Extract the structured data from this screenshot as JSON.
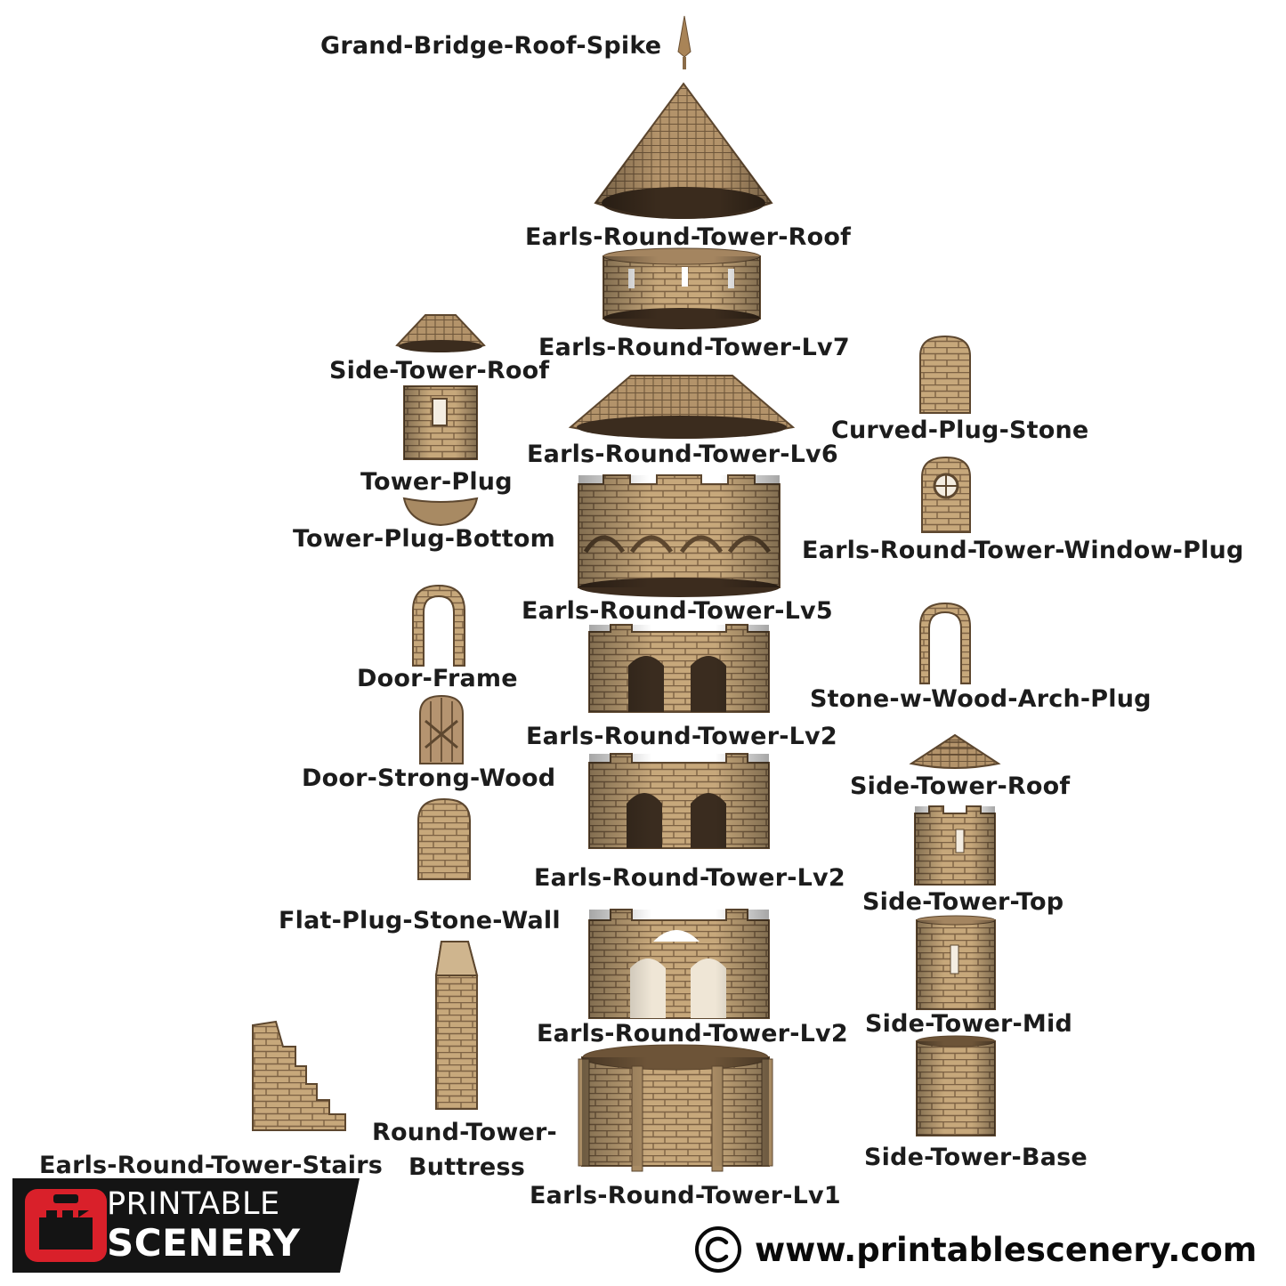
{
  "labels": {
    "spike": "Grand-Bridge-Roof-Spike",
    "roof": "Earls-Round-Tower-Roof",
    "lv7": "Earls-Round-Tower-Lv7",
    "side_roof_left": "Side-Tower-Roof",
    "lv6": "Earls-Round-Tower-Lv6",
    "curved_plug": "Curved-Plug-Stone",
    "tower_plug": "Tower-Plug",
    "tower_plug_bottom": "Tower-Plug-Bottom",
    "window_plug": "Earls-Round-Tower-Window-Plug",
    "lv5": "Earls-Round-Tower-Lv5",
    "door_frame": "Door-Frame",
    "arch_plug": "Stone-w-Wood-Arch-Plug",
    "lv2_a": "Earls-Round-Tower-Lv2",
    "door_wood": "Door-Strong-Wood",
    "side_roof_right": "Side-Tower-Roof",
    "lv2_b": "Earls-Round-Tower-Lv2",
    "side_top": "Side-Tower-Top",
    "flat_plug": "Flat-Plug-Stone-Wall",
    "lv2_c": "Earls-Round-Tower-Lv2",
    "side_mid": "Side-Tower-Mid",
    "buttress_1": "Round-Tower-",
    "buttress_2": "Buttress",
    "side_base": "Side-Tower-Base",
    "stairs": "Earls-Round-Tower-Stairs",
    "lv1": "Earls-Round-Tower-Lv1"
  },
  "brand": {
    "line1": "PRINTABLE",
    "line2": "SCENERY",
    "website": "www.printablescenery.com"
  },
  "colors": {
    "stone": "#c9ab7e",
    "stone_dark": "#8d7150",
    "shadow": "#3e2f20",
    "brand_red": "#d9202a",
    "brand_black": "#141414"
  }
}
